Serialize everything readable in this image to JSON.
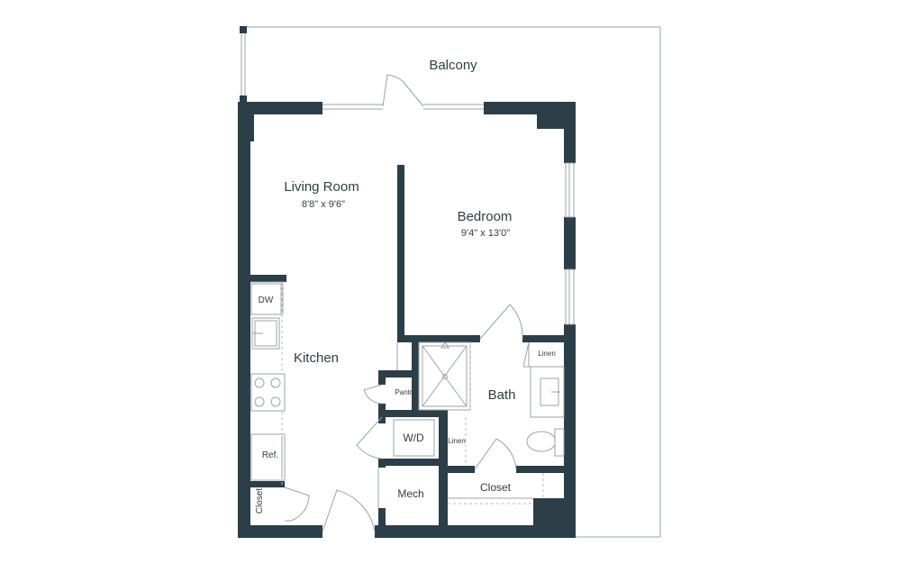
{
  "rooms": {
    "balcony": "Balcony",
    "living_room": "Living Room",
    "living_room_dims": "8'8\" x 9'6\"",
    "bedroom": "Bedroom",
    "bedroom_dims": "9'4\" x 13'0\"",
    "kitchen": "Kitchen",
    "bath": "Bath",
    "closet_main": "Closet",
    "closet_side": "Closet",
    "mech": "Mech",
    "pantry": "Pantry",
    "linen_bath": "Linen",
    "linen_hall": "Linen"
  },
  "fixtures": {
    "dishwasher": "DW",
    "washer_dryer": "W/D",
    "refrigerator": "Ref."
  },
  "colors": {
    "wall": "#2c3e48",
    "line": "#9aa3a8",
    "text": "#2f3e46"
  }
}
